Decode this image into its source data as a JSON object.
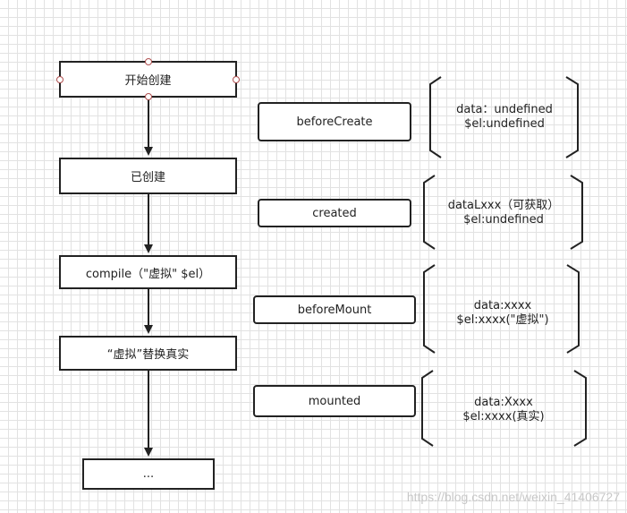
{
  "flow": {
    "start": "开始创建",
    "created": "已创建",
    "compile": "compile（\"虚拟\" $el）",
    "replace": "“虚拟”替换真实",
    "ellipsis": "..."
  },
  "hooks": {
    "before_create": "beforeCreate",
    "created": "created",
    "before_mount": "beforeMount",
    "mounted": "mounted"
  },
  "notes": {
    "before_create": [
      "data：undefined",
      "$el:undefined"
    ],
    "created": [
      "dataLxxx（可获取）",
      "$el:undefined"
    ],
    "before_mount": [
      "data:xxxx",
      "$el:xxxx(\"虚拟\")"
    ],
    "mounted": [
      "data:Xxxx",
      "$el:xxxx(真实)"
    ]
  },
  "watermark": "https://blog.csdn.net/weixin_41406727",
  "colors": {
    "line": "#222222",
    "handle": "#b05050",
    "grid": "#e2e2e2"
  }
}
